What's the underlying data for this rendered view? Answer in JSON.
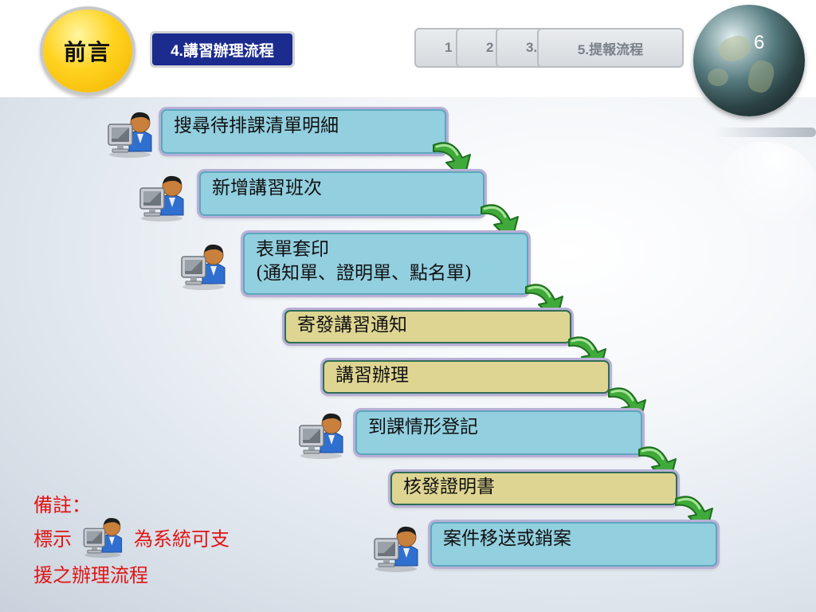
{
  "title": "前言",
  "section_label": "4.講習辦理流程",
  "tabs": [
    "1",
    "2",
    "3.",
    "5.提報流程"
  ],
  "page_number": "6",
  "steps": [
    {
      "text": "搜尋待排課清單明細",
      "style": "blue",
      "system_supported": true
    },
    {
      "text": "新增講習班次",
      "style": "blue",
      "system_supported": true
    },
    {
      "text": "表單套印",
      "text2": "(通知單、證明單、點名單)",
      "style": "blue",
      "system_supported": true
    },
    {
      "text": "寄發講習通知",
      "style": "tan",
      "system_supported": false
    },
    {
      "text": "講習辦理",
      "style": "tan",
      "system_supported": false
    },
    {
      "text": "到課情形登記",
      "style": "blue",
      "system_supported": true
    },
    {
      "text": "核發證明書",
      "style": "tan",
      "system_supported": false
    },
    {
      "text": "案件移送或銷案",
      "style": "blue",
      "system_supported": true
    }
  ],
  "note": {
    "line1": "備註：",
    "line2_a": "標示",
    "line2_b": "為系統可支",
    "line3": "援之辦理流程"
  },
  "colors": {
    "blue_box": "#92cfdf",
    "tan_box": "#ded592",
    "section_label": "#1b2b8e",
    "title_circle": "#ffd21f",
    "note_text": "#e01414",
    "arrow_green": "#3faa3a"
  },
  "icons": [
    "person-at-computer-icon",
    "curved-down-arrow-icon",
    "globe-icon"
  ]
}
